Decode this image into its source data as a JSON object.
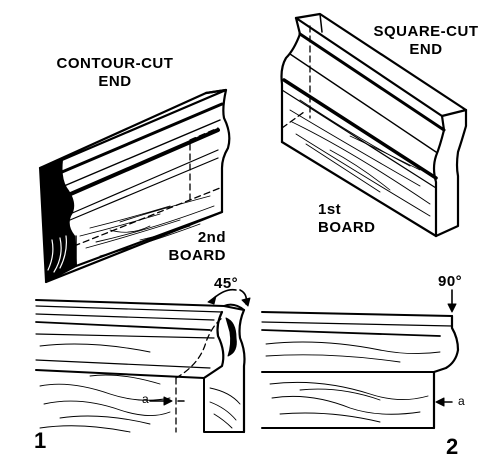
{
  "labels": {
    "contour_cut_line1": "CONTOUR-CUT",
    "contour_cut_line2": "END",
    "square_cut_line1": "SQUARE-CUT",
    "square_cut_line2": "END",
    "second_board_line1": "2nd",
    "second_board_line2": "BOARD",
    "first_board_line1": "1st",
    "first_board_line2": "BOARD",
    "angle_45": "45°",
    "angle_90": "90°",
    "gap_left": "a",
    "gap_right": "a",
    "figure_1": "1",
    "figure_2": "2"
  },
  "colors": {
    "ink": "#000000",
    "paper": "#ffffff"
  }
}
